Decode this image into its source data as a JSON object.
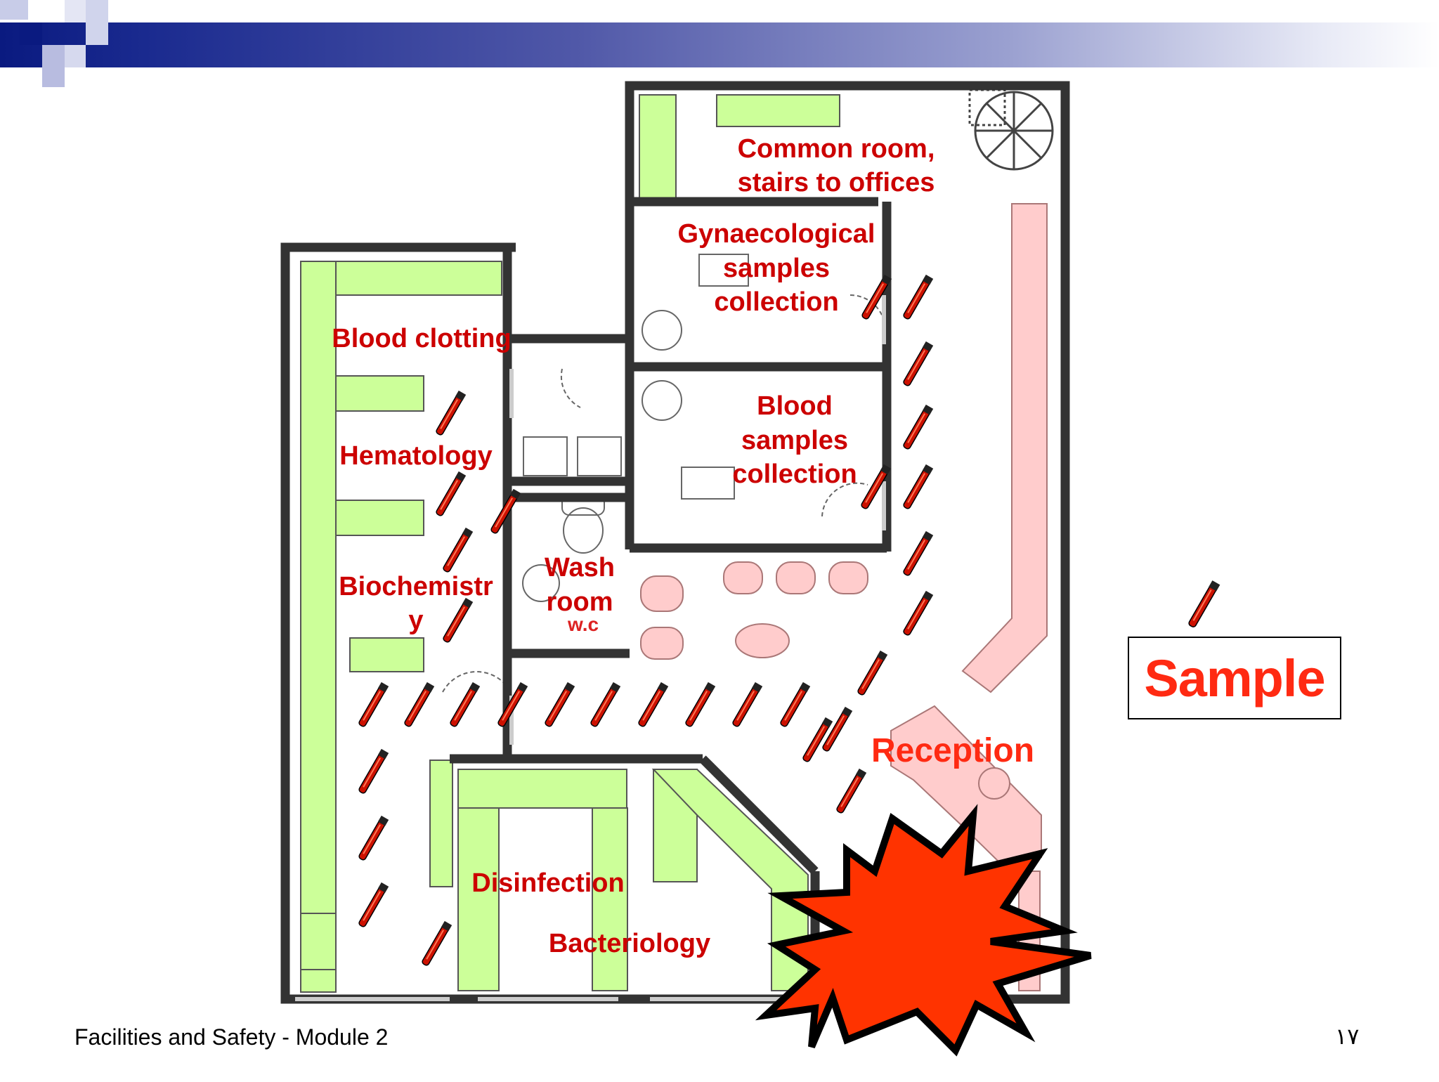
{
  "slide": {
    "footer": "Facilities and Safety - Module 2",
    "page_number": "١٧"
  },
  "rooms": {
    "common_room_line1": "Common room,",
    "common_room_line2": "stairs to offices",
    "gyn_line1": "Gynaecological",
    "gyn_line2": "samples",
    "gyn_line3": "collection",
    "blood_clotting": "Blood clotting",
    "hematology": "Hematology",
    "biochem_line1": "Biochemistr",
    "biochem_line2": "y",
    "blood_line1": "Blood",
    "blood_line2": "samples",
    "blood_line3": "collection",
    "wash_line1": "Wash",
    "wash_line2": "room",
    "wc": "w.c",
    "reception": "Reception",
    "disinfection": "Disinfection",
    "bacteriology": "Bacteriology"
  },
  "legend": {
    "sample_label": "Sample"
  },
  "colors": {
    "wall": "#333333",
    "bench_green": "#ccff99",
    "counter_pink": "#ffcccc",
    "label_red": "#cc0000",
    "tube_red": "#cc1100",
    "explosion": "#ff3300"
  },
  "icons": {
    "sample_tube": "test-tube-icon",
    "explosion": "explosion-icon",
    "stairs": "spiral-stairs-icon"
  }
}
